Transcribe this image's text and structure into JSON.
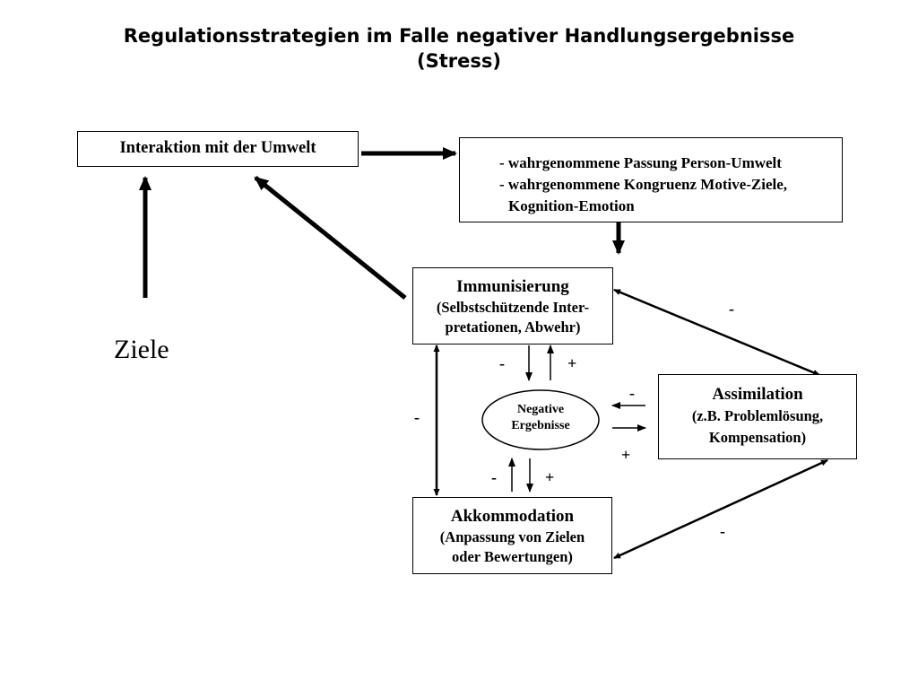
{
  "title": {
    "line1": "Regulationsstrategien im Falle negativer Handlungsergebnisse",
    "line2": "(Stress)"
  },
  "boxes": {
    "interaktion": "Interaktion mit der Umwelt",
    "wahrnehmung": {
      "line1": "- wahrgenommene Passung Person-Umwelt",
      "line2": "- wahrgenommene Kongruenz Motive-Ziele,",
      "line3": "Kognition-Emotion"
    },
    "immunisierung": {
      "title": "Immunisierung",
      "line1": "(Selbstschützende Inter-",
      "line2": "pretationen, Abwehr)"
    },
    "assimilation": {
      "title": "Assimilation",
      "line1": "(z.B. Problemlösung,",
      "line2": "Kompensation)"
    },
    "akkommodation": {
      "title": "Akkommodation",
      "line1": "(Anpassung von Zielen",
      "line2": "oder Bewertungen)"
    },
    "negative": {
      "line1": "Negative",
      "line2": "Ergebnisse"
    }
  },
  "ziele": "Ziele",
  "signs": {
    "immun_assim": "-",
    "immun_neg_down": "-",
    "immun_neg_up": "+",
    "assim_neg_left": "-",
    "assim_neg_right": "+",
    "immun_akk": "-",
    "akk_neg_up": "-",
    "akk_neg_down": "+",
    "assim_akk": "-"
  }
}
